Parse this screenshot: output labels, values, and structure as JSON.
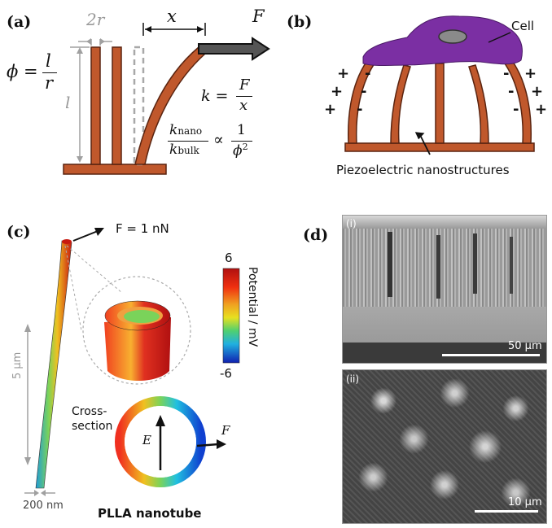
{
  "panels": {
    "a": {
      "label": "(a)",
      "phi_lhs": "ϕ =",
      "phi_num": "l",
      "phi_den": "r",
      "two_r": "2r",
      "l_label": "l",
      "x_label": "x",
      "F_label": "F",
      "k_lhs": "k =",
      "k_num": "F",
      "k_den": "x",
      "ratio_num": "k",
      "ratio_num_sub": "nano",
      "ratio_den": "k",
      "ratio_den_sub": "bulk",
      "propto": "∝",
      "ratio_rhs_num": "1",
      "ratio_rhs_den": "ϕ",
      "ratio_rhs_den_sup": "2"
    },
    "b": {
      "label": "(b)",
      "cell_label": "Cell",
      "caption": "Piezoelectric nanostructures",
      "plus": "+",
      "minus": "-"
    },
    "c": {
      "label": "(c)",
      "force": "F = 1 nN",
      "colorbar_max": "6",
      "colorbar_min": "-6",
      "colorbar_title": "Potential / mV",
      "length_scale": "5 μm",
      "diameter_scale": "200 nm",
      "cross_section_line1": "Cross-",
      "cross_section_line2": "section",
      "E_label": "E",
      "F_label": "F",
      "caption": "PLLA nanotube"
    },
    "d": {
      "label": "(d)",
      "img1_label": "(i)",
      "img1_scale": "50 μm",
      "img2_label": "(ii)",
      "img2_scale": "10 μm"
    }
  },
  "colors": {
    "nanostructure": "#c0582c",
    "nanostructure_edge": "#5a2410",
    "cell": "#7b2fa3",
    "grey_annotation": "#a0a0a0",
    "colorbar_top": "#c01010",
    "colorbar_bottom": "#1030c0"
  }
}
